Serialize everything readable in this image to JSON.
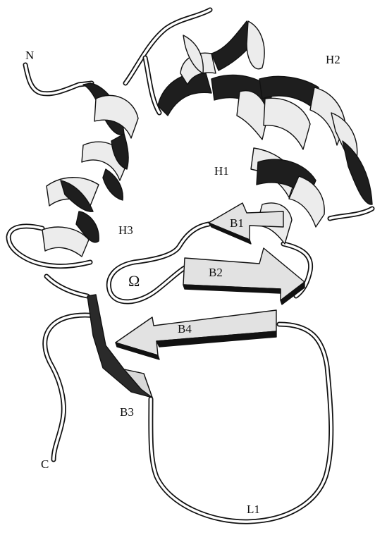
{
  "figure": {
    "kind": "protein ribbon diagram",
    "labels": {
      "n_term": "N",
      "c_term": "C",
      "h1": "H1",
      "h2": "H2",
      "h3": "H3",
      "b1": "B1",
      "b2": "B2",
      "b3": "B3",
      "b4": "B4",
      "omega": "Ω",
      "l1": "L1"
    },
    "colors": {
      "ribbon_light": "#ececec",
      "ribbon_dark": "#222222",
      "strand_fill": "#e2e2e2",
      "outline": "#111111"
    }
  }
}
